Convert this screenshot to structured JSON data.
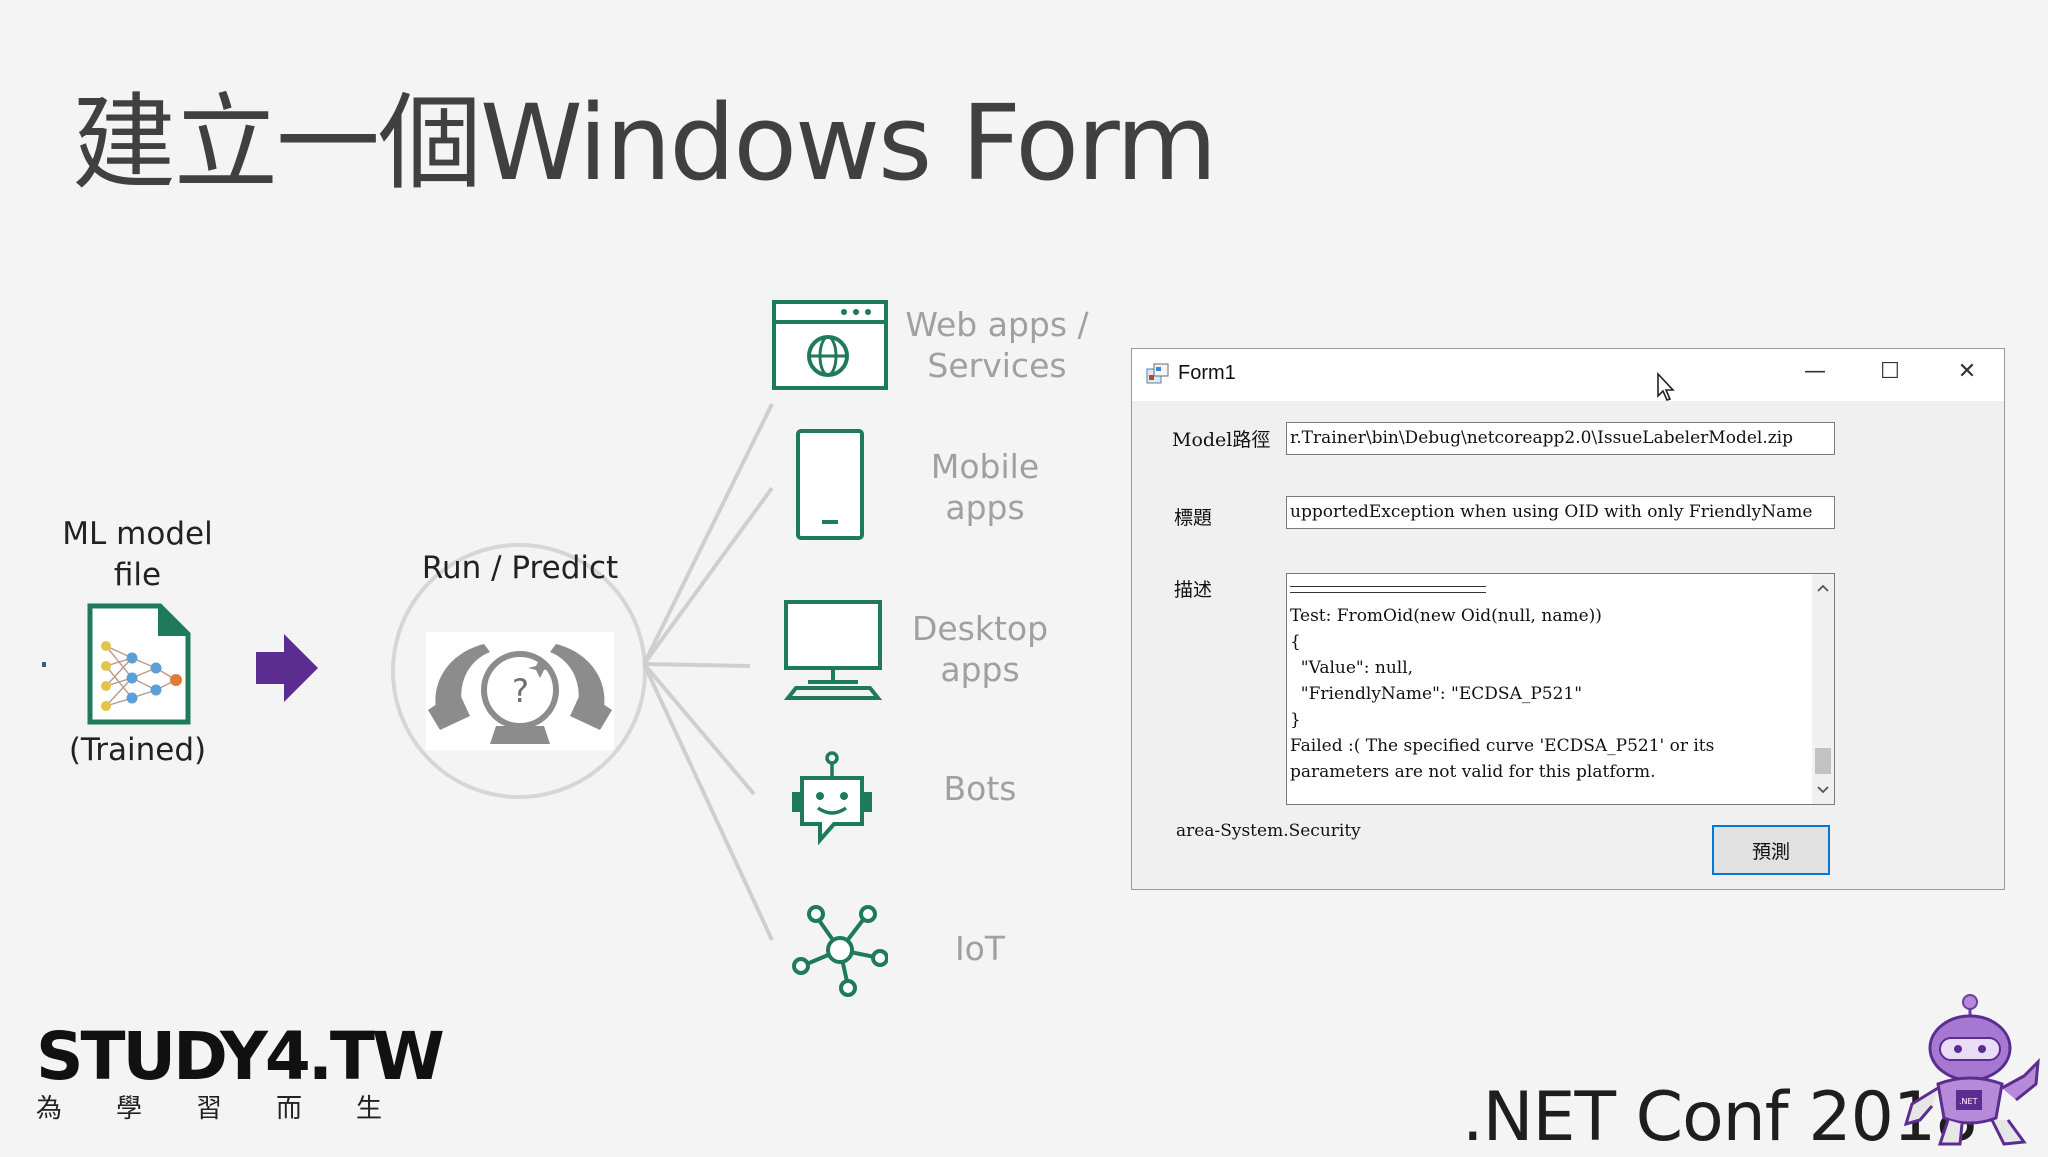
{
  "slide": {
    "title": "建立一個Windows Form"
  },
  "diagram": {
    "ml_model_label": "ML model file",
    "trained_label": "(Trained)",
    "run_label": "Run / Predict",
    "targets": [
      {
        "label": "Web apps / Services",
        "icon": "web-globe-icon"
      },
      {
        "label": "Mobile apps",
        "icon": "mobile-phone-icon"
      },
      {
        "label": "Desktop apps",
        "icon": "desktop-monitor-icon"
      },
      {
        "label": "Bots",
        "icon": "bot-icon"
      },
      {
        "label": "IoT",
        "icon": "iot-network-icon"
      }
    ],
    "accent_green": "#1f7a5a",
    "arrow_purple": "#5c2d91"
  },
  "form": {
    "title": "Form1",
    "minimize": "—",
    "maximize": "☐",
    "close": "✕",
    "model_path_label": "Model路徑",
    "model_path_value": "r.Trainer\\bin\\Debug\\netcoreapp2.0\\IssueLabelerModel.zip",
    "title_field_label": "標題",
    "title_field_value": "upportedException when using OID with only FriendlyName",
    "description_label": "描述",
    "description_lines": [
      "Test: FromOid(new Oid(null, name))",
      "{",
      "  \"Value\": null,",
      "  \"FriendlyName\": \"ECDSA_P521\"",
      "}",
      "Failed :( The specified curve 'ECDSA_P521' or its",
      "parameters are not valid for this platform."
    ],
    "prediction_result": "area-System.Security",
    "predict_button": "預測"
  },
  "branding": {
    "study4": "STUDY4.TW",
    "study4_sub": [
      "為",
      "學",
      "習",
      "而",
      "生"
    ],
    "netconf": ".NET Conf 2018",
    "netconf_badge": ".NET"
  }
}
